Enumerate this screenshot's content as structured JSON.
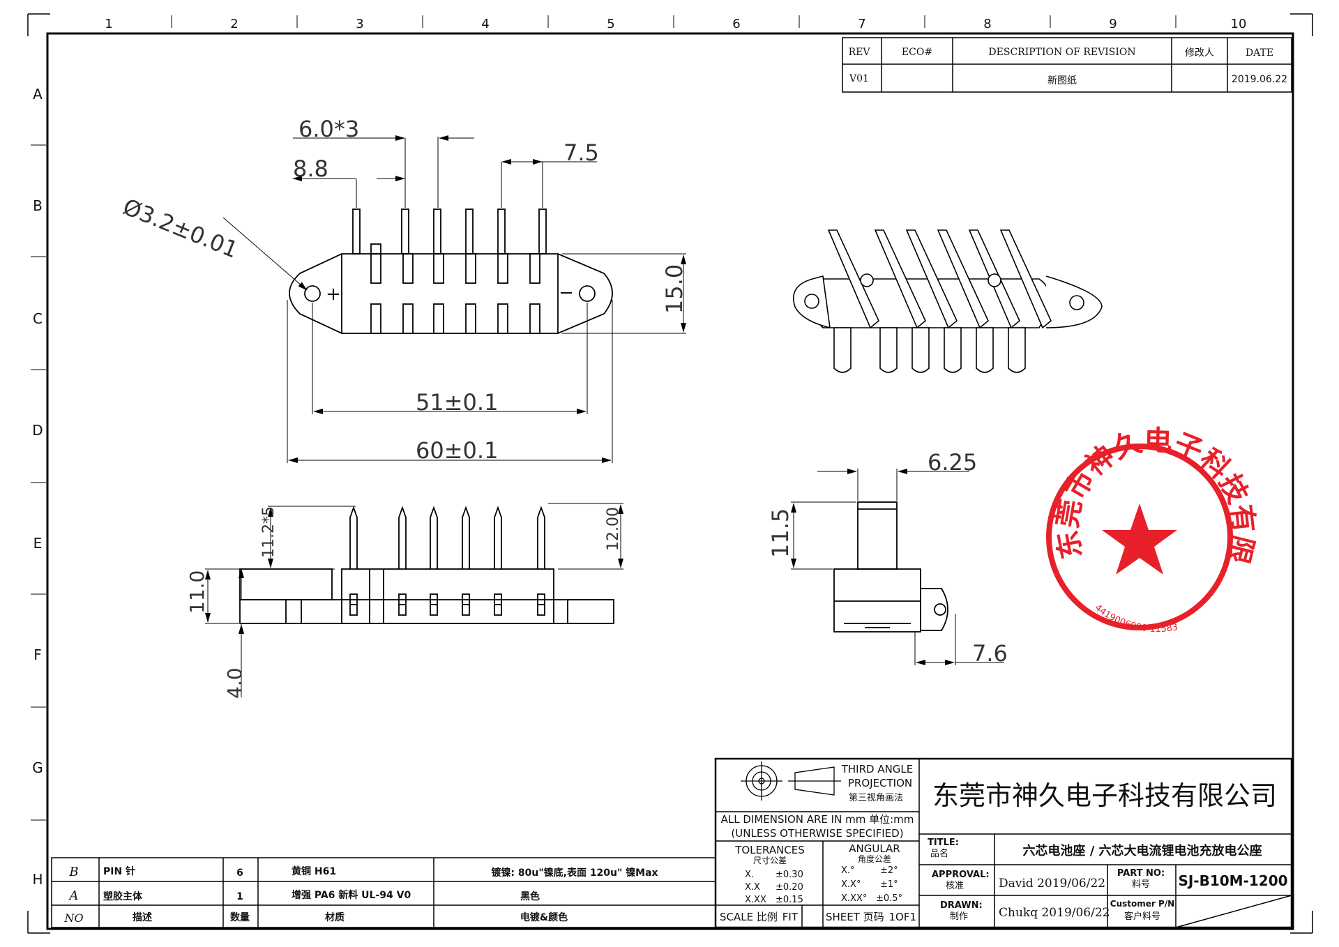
{
  "border": {
    "col_labels": [
      "1",
      "2",
      "3",
      "4",
      "5",
      "6",
      "7",
      "8",
      "9",
      "10"
    ],
    "row_labels": [
      "A",
      "B",
      "C",
      "D",
      "E",
      "F",
      "G",
      "H"
    ]
  },
  "revision_table": {
    "headers": {
      "rev": "REV",
      "eco": "ECO#",
      "desc": "DESCRIPTION OF REVISION",
      "editor": "修改人",
      "date": "DATE"
    },
    "row": {
      "rev": "V01",
      "eco": "",
      "desc": "新图纸",
      "editor": "",
      "date": "2019.06.22"
    }
  },
  "dimensions": {
    "d1": "6.0*3",
    "d2": "8.8",
    "d3": "7.5",
    "d4": "Ø3.2±0.01",
    "d5": "15.0",
    "d6": "51±0.1",
    "d7": "60±0.1",
    "d8": "11.2*5",
    "d9": "12.00",
    "d10": "11.0",
    "d11": "4.0",
    "d12": "6.25",
    "d13": "11.5",
    "d14": "7.6"
  },
  "front_marks": {
    "plus": "+",
    "minus": "−"
  },
  "stamp": {
    "text": "东莞市神久电子科技有限公司",
    "number": "4419006900 11583",
    "color": "#e8202a"
  },
  "bom": {
    "rows": [
      {
        "no": "B",
        "desc": "PIN 针",
        "qty": "6",
        "material": "黄铜 H61",
        "finish": "镀镍: 80u\"镍底,表面 120u\" 镍Max"
      },
      {
        "no": "A",
        "desc": "塑胶主体",
        "qty": "1",
        "material": "增强 PA6 新料 UL-94 V0",
        "finish": "黑色"
      }
    ],
    "header": {
      "no": "NO",
      "desc": "描述",
      "qty": "数量",
      "material": "材质",
      "finish": "电镀&颜色"
    }
  },
  "title_block": {
    "projection_en": "THIRD ANGLE",
    "projection_en2": "PROJECTION",
    "projection_cn": "第三视角画法",
    "units_line": "ALL DIMENSION ARE IN mm 单位:mm",
    "unless_line": "(UNLESS OTHERWISE SPECIFIED)",
    "tolerances_title": "TOLERANCES",
    "tolerances_cn": "尺寸公差",
    "tol": [
      {
        "k": "X.",
        "v": "±0.30"
      },
      {
        "k": "X.X",
        "v": "±0.20"
      },
      {
        "k": "X.XX",
        "v": "±0.15"
      }
    ],
    "angular_title": "ANGULAR",
    "angular_cn": "角度公差",
    "ang": [
      {
        "k": "X.°",
        "v": "±2°"
      },
      {
        "k": "X.X°",
        "v": "±1°"
      },
      {
        "k": "X.XX°",
        "v": "±0.5°"
      }
    ],
    "scale_label": "SCALE 比例",
    "scale_value": "FIT",
    "sheet_label": "SHEET 页码",
    "sheet_value": "1OF1",
    "company": "东莞市神久电子科技有限公司",
    "title_label": "TITLE:",
    "title_label_cn": "品名",
    "title_value": "六芯电池座 / 六芯大电流锂电池充放电公座",
    "approval_label": "APPROVAL:",
    "approval_cn": "核准",
    "approval_value": "David 2019/06/22",
    "drawn_label": "DRAWN:",
    "drawn_cn": "制作",
    "drawn_value": "Chukq 2019/06/22",
    "partno_label": "PART NO:",
    "partno_cn": "料号",
    "partno_value": "SJ-B10M-1200",
    "custpn_label": "Customer P/N",
    "custpn_cn": "客户料号",
    "custpn_value": ""
  }
}
